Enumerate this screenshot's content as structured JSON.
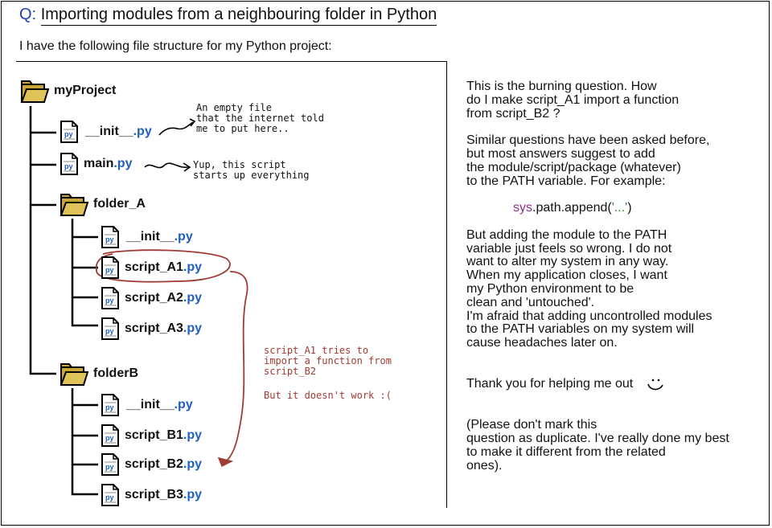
{
  "question": {
    "prefix": "Q:",
    "title": "Importing modules from a neighbouring folder in Python"
  },
  "intro": "I have the following file structure for my Python project:",
  "tree": {
    "root": "myProject",
    "root_init": {
      "name": "__init__",
      "ext": ".py"
    },
    "main": {
      "name": "main",
      "ext": ".py"
    },
    "folder_a": {
      "name": "folder_A",
      "files": [
        {
          "name": "__init__",
          "ext": ".py"
        },
        {
          "name": "script_A1",
          "ext": ".py"
        },
        {
          "name": "script_A2",
          "ext": ".py"
        },
        {
          "name": "script_A3",
          "ext": ".py"
        }
      ]
    },
    "folder_b": {
      "name": "folderB",
      "files": [
        {
          "name": "__init__",
          "ext": ".py"
        },
        {
          "name": "script_B1",
          "ext": ".py"
        },
        {
          "name": "script_B2",
          "ext": ".py"
        },
        {
          "name": "script_B3",
          "ext": ".py"
        }
      ]
    },
    "icon_label": "py"
  },
  "notes": {
    "init_note": "An empty file\nthat the internet told\nme to put here..",
    "main_note": "Yup, this script\nstarts up everything",
    "import_note": "script_A1 tries to\nimport a function from\nscript_B2",
    "fail_note": "But it doesn't work :("
  },
  "body": {
    "p1": "This is the burning question. How\ndo I make script_A1 import a function\nfrom script_B2 ?",
    "p2": "Similar questions have been asked before,\nbut most answers suggest to add\nthe module/script/package (whatever)\nto the PATH variable. For example:",
    "code": {
      "module": "sys",
      "call": ".path.append(",
      "arg": "'...'",
      "close": ")"
    },
    "p3": "But adding the module to the PATH\nvariable just feels so wrong. I do not\nwant to alter my system in any way.\nWhen my application closes, I want\nmy Python environment to be\nclean and 'untouched'.\nI'm afraid that adding uncontrolled modules\nto the PATH variables on my system will\ncause headaches later on.",
    "thanks": "Thank you for helping me out",
    "p4": "(Please don't mark this\nquestion as duplicate. I've really done my best\nto make it different from the related\nones)."
  },
  "colors": {
    "accent": "#1f3fbf",
    "ext": "#1f5fbf",
    "annotation": "#a03a34",
    "folder": "#d9b84a"
  }
}
